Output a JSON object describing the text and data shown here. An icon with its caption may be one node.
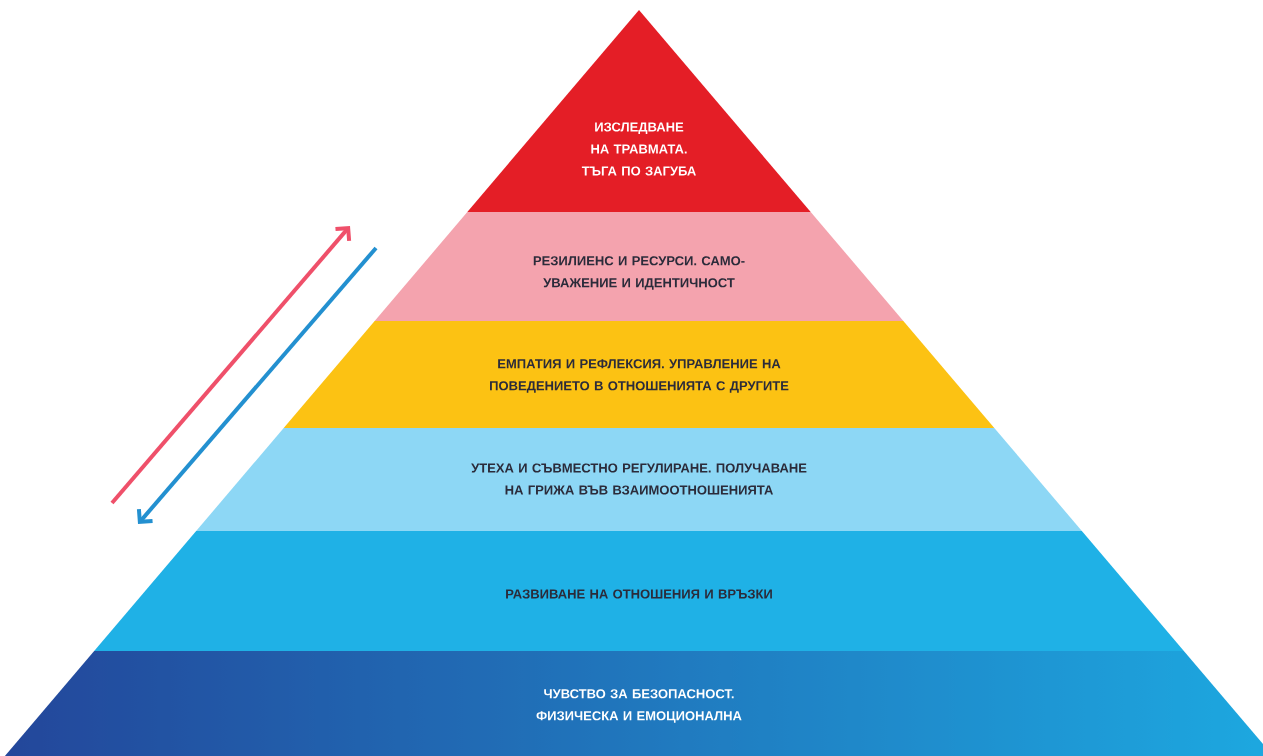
{
  "diagram": {
    "nodes": [
      {
        "text": [
          "ИЗСЛЕДВАНЕ НА ТРАВМАТА. ТЪГА ПО ЗАГУБА"
        ]
      },
      {
        "text": [
          "РЕЗИЛИЕНС И РЕСУРСИ. САМО-УВАЖЕНИЕ И ИДЕНТИЧНОСТ"
        ]
      },
      {
        "text": [
          "ЕМПАТИЯ И РЕФЛЕКСИЯ. УПРАВЛЕНИЕ НА ПОВЕДЕНИЕТО В ОТНОШЕНИЯТА С ДРУГИТЕ"
        ]
      },
      {
        "text": [
          "УТЕХА И СЪВМЕСТНО РЕГУЛИРАНЕ. ПОЛУЧАВАНЕ НА ГРИЖА ВЪВ ВЗАИМООТНОШЕНИЯТА"
        ]
      },
      {
        "text": [
          "РАЗВИВАНЕ НА ОТНОШЕНИЯ И ВРЪЗКИ"
        ]
      },
      {
        "text": [
          "ЧУВСТВО ЗА БЕЗОПАСНОСТ. ФИЗИЧЕСКА И ЕМОЦИОНАЛНА"
        ]
      }
    ]
  }
}
